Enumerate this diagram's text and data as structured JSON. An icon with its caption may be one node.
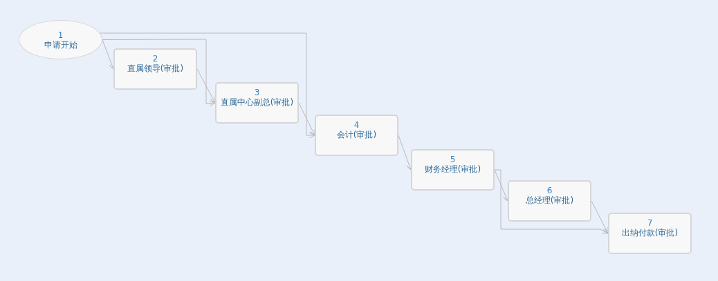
{
  "diagram": {
    "nodes": [
      {
        "text": [
          "1",
          "申请开始"
        ]
      },
      {
        "text": [
          "2",
          "直属领导(审批)"
        ]
      },
      {
        "text": [
          "3",
          "直属中心副总(审批)"
        ]
      },
      {
        "text": [
          "4",
          "会计(审批)"
        ]
      },
      {
        "text": [
          "5",
          "财务经理(审批)"
        ]
      },
      {
        "text": [
          "6",
          "总经理(审批)"
        ]
      },
      {
        "text": [
          "7",
          "出纳付款(审批)"
        ]
      }
    ],
    "edges": [
      {
        "from": 0,
        "to": 1,
        "arrow": "to"
      },
      {
        "from": 0,
        "to": 2,
        "arrow": "to"
      },
      {
        "from": 0,
        "to": 3,
        "arrow": "to"
      },
      {
        "from": 1,
        "to": 2,
        "arrow": "to"
      },
      {
        "from": 2,
        "to": 3,
        "arrow": "to"
      },
      {
        "from": 3,
        "to": 4,
        "arrow": "to"
      },
      {
        "from": 4,
        "to": 5,
        "arrow": "to"
      },
      {
        "from": 4,
        "to": 6,
        "arrow": "to"
      },
      {
        "from": 5,
        "to": 6,
        "arrow": "to"
      }
    ]
  }
}
